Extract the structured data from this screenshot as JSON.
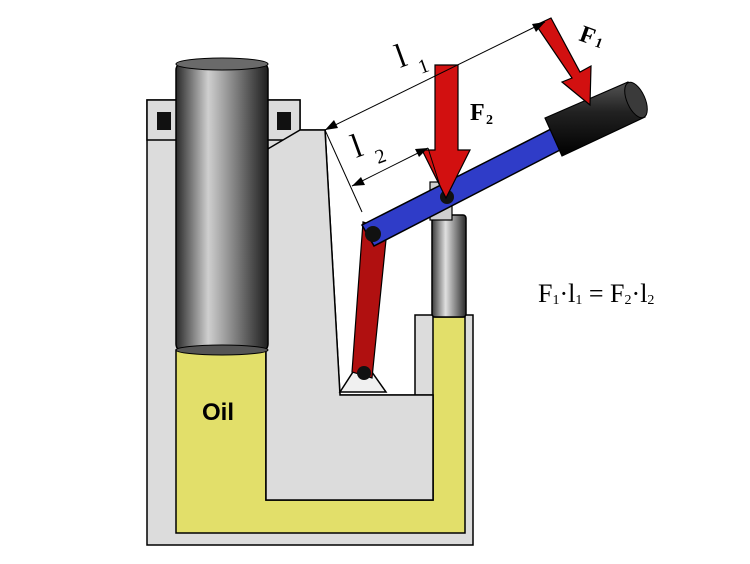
{
  "labels": {
    "l1_main": "l",
    "l1_sub": "1",
    "l2_main": "l",
    "l2_sub": "2",
    "f1_main": "F",
    "f1_sub": "1",
    "f2_main": "F",
    "f2_sub": "2",
    "oil": "Oil"
  },
  "formula": {
    "f1": "F",
    "s1": "1",
    "dot1": "·",
    "l1": "l",
    "s2": "1",
    "eq": " = ",
    "f2": "F",
    "s3": "2",
    "dot2": "·",
    "l2": "l",
    "s4": "2"
  },
  "colors": {
    "housing": "#dcdcdc",
    "oil": "#e2df6a",
    "arrow": "#d21010",
    "lever": "#2f3cc8",
    "link": "#b01010"
  }
}
